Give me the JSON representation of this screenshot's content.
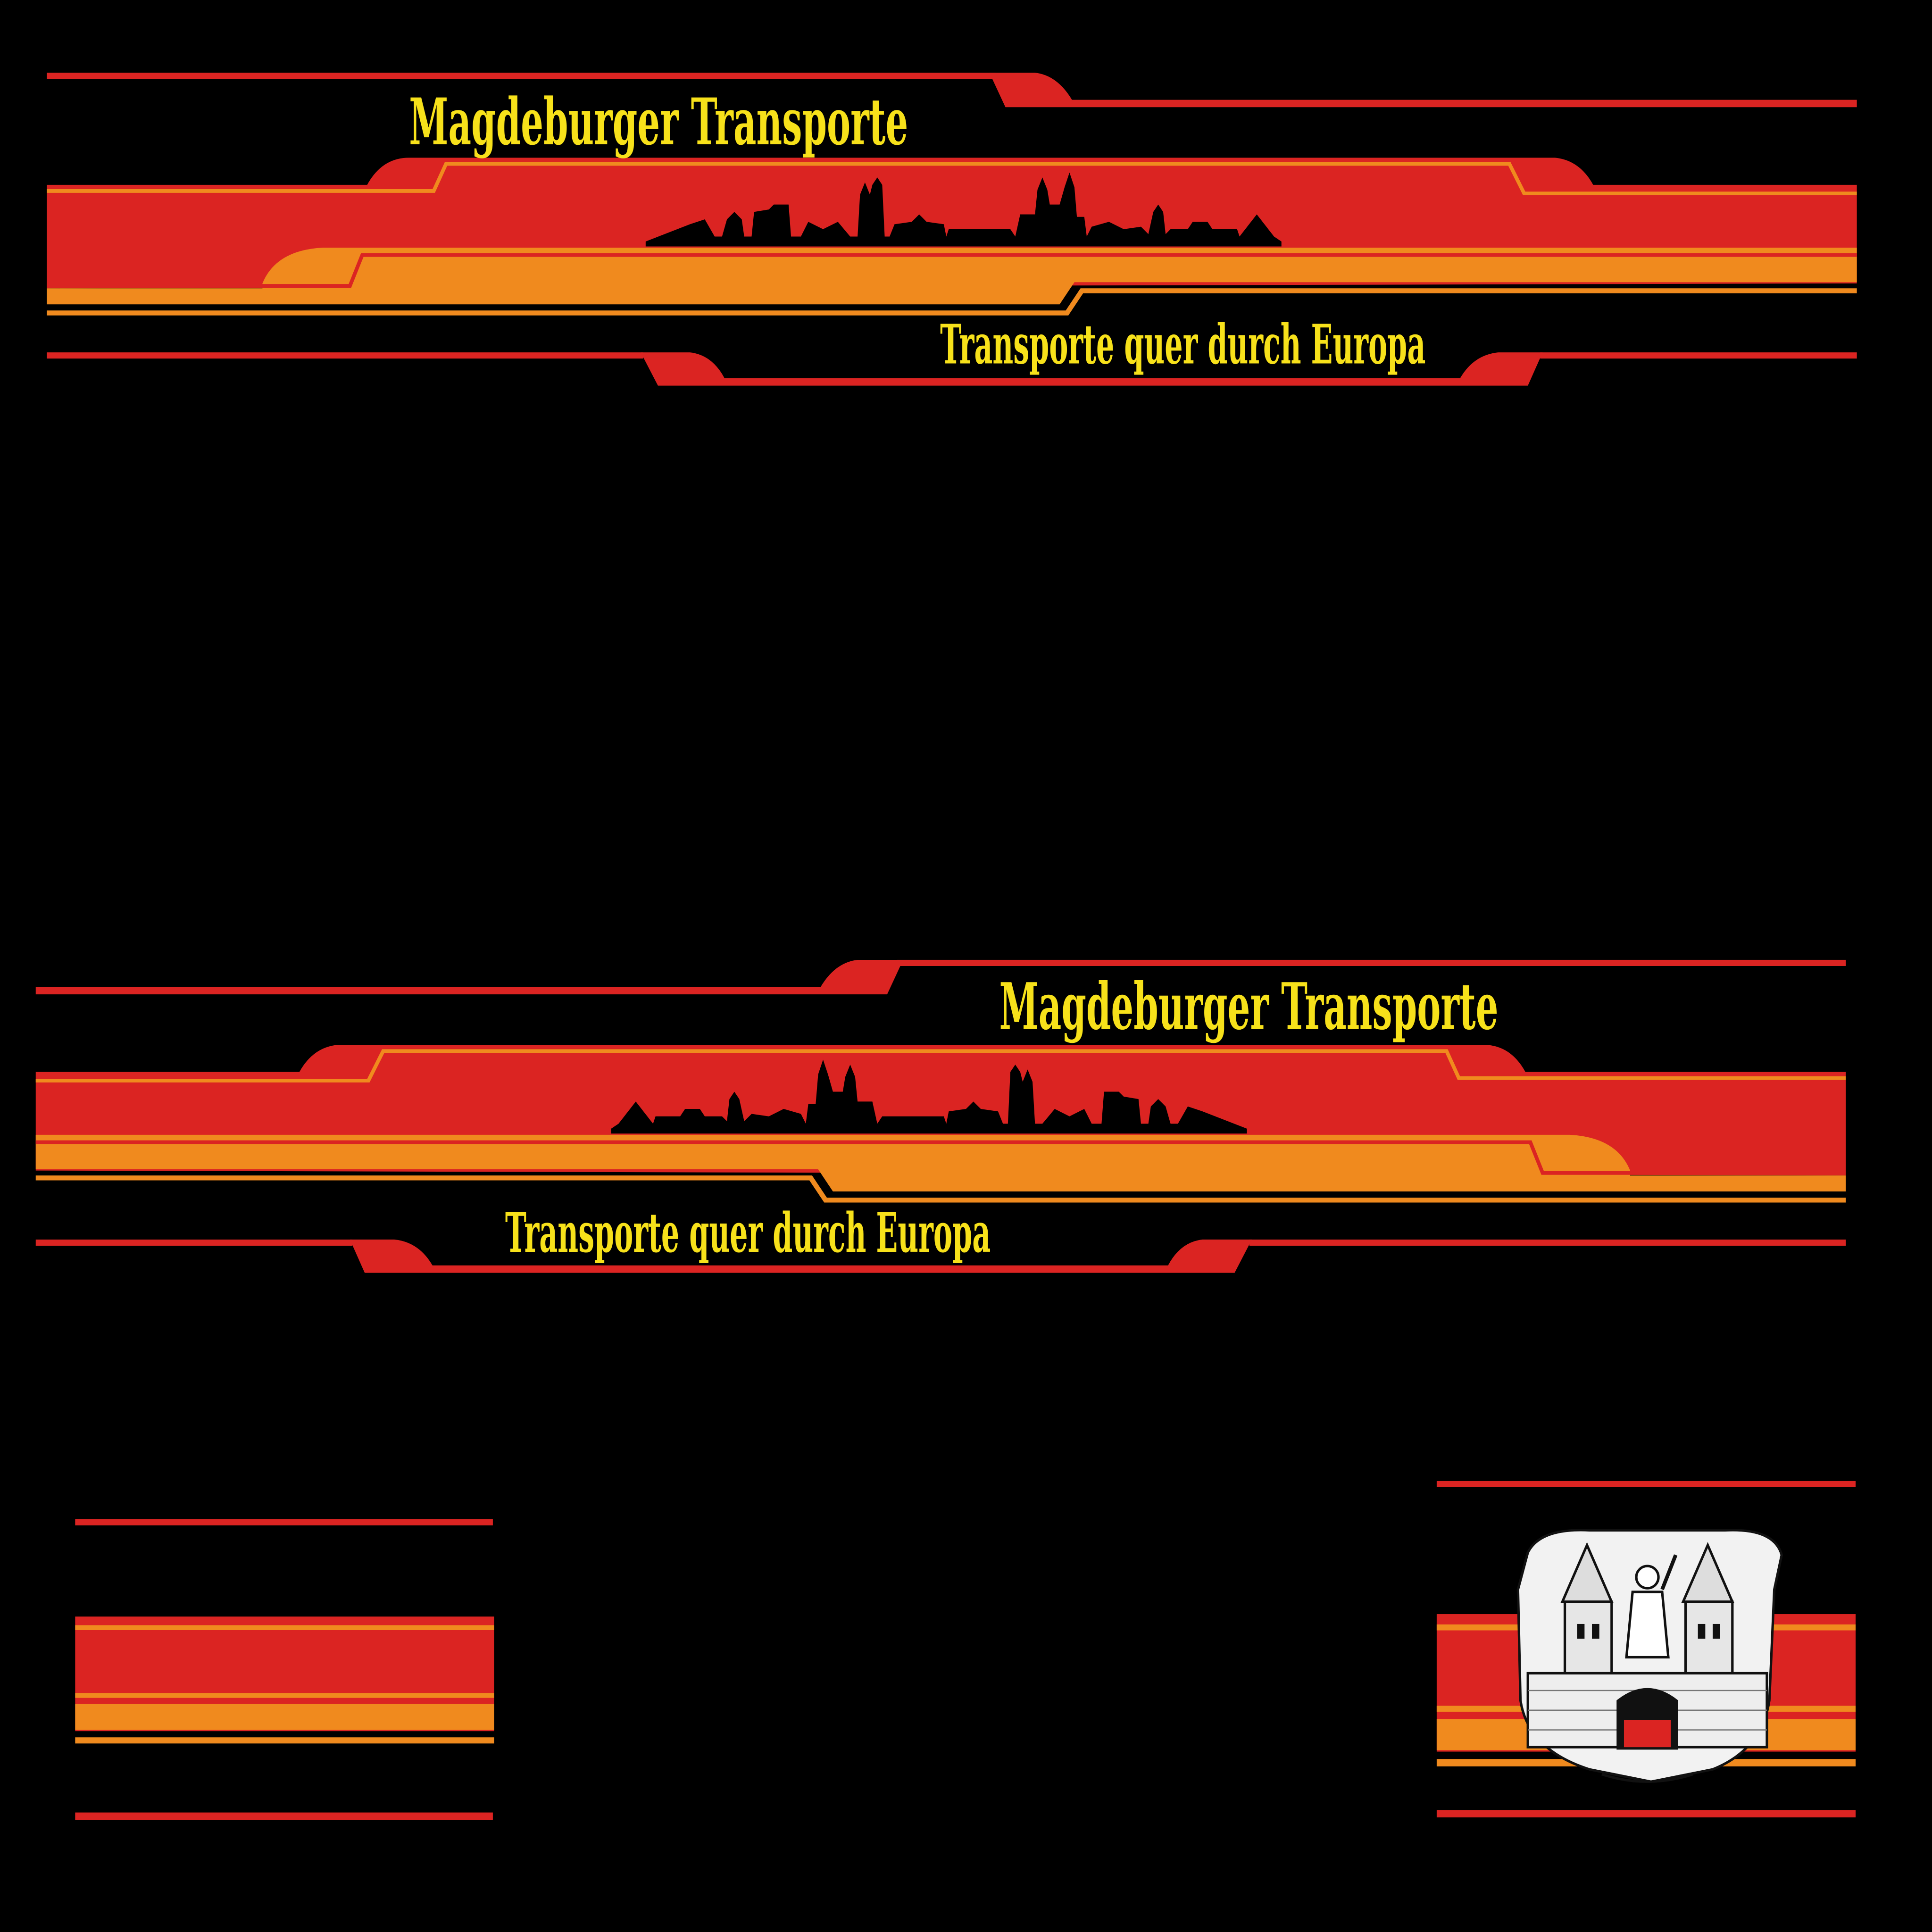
{
  "skin": {
    "banner_top": {
      "title": "Magdeburger Transporte",
      "subtitle": "Transporte quer durch Europa"
    },
    "banner_bottom": {
      "title": "Magdeburger Transporte",
      "subtitle": "Transporte quer durch Europa"
    }
  },
  "colors": {
    "red": "#db2422",
    "orange": "#f08a1e",
    "yellow": "#f7e11a",
    "background": "#000000"
  },
  "icons": {
    "skyline": "city-skyline-silhouette",
    "coat_of_arms": "magdeburg-coat-of-arms"
  }
}
